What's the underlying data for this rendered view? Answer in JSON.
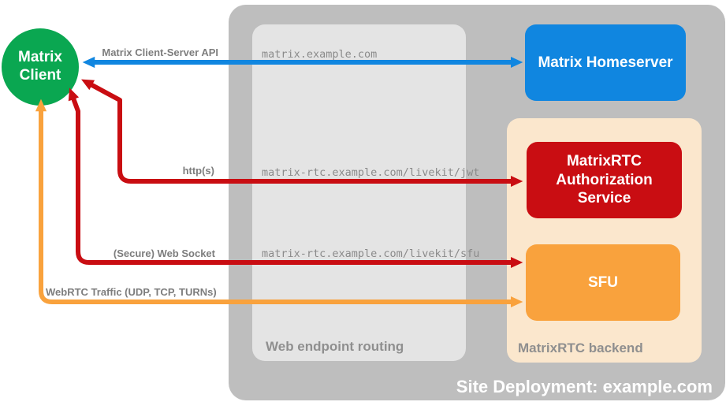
{
  "colors": {
    "client_green": "#0aa751",
    "homeserver_blue": "#1086e0",
    "service_red": "#c90d12",
    "sfu_orange": "#f9a23d",
    "backend_peach": "#fbe7cd",
    "site_gray": "#bebebe",
    "routing_gray": "#e4e4e4",
    "arrow_label_gray": "#7d7d7d",
    "container_label_gray": "#8f8f8f",
    "endpoint_text_gray": "#8a8a8a"
  },
  "client": {
    "label": "Matrix Client"
  },
  "site": {
    "label": "Site Deployment: example.com"
  },
  "routing": {
    "label": "Web endpoint routing",
    "endpoints": [
      "matrix.example.com",
      "matrix-rtc.example.com/livekit/jwt",
      "matrix-rtc.example.com/livekit/sfu"
    ]
  },
  "backend": {
    "label": "MatrixRTC backend"
  },
  "nodes": {
    "homeserver": "Matrix Homeserver",
    "auth_service": "MatrixRTC Authorization Service",
    "sfu": "SFU"
  },
  "arrows": [
    {
      "name": "matrix-client-server-api",
      "label": "Matrix Client-Server API",
      "color": "#1086e0",
      "bidirectional": true
    },
    {
      "name": "https",
      "label": "http(s)",
      "color": "#c90d12",
      "bidirectional": true
    },
    {
      "name": "secure-web-socket",
      "label": "(Secure) Web Socket",
      "color": "#c90d12",
      "bidirectional": true
    },
    {
      "name": "webrtc-traffic",
      "label": "WebRTC Traffic (UDP, TCP, TURNs)",
      "color": "#f9a23d",
      "bidirectional": true
    }
  ]
}
